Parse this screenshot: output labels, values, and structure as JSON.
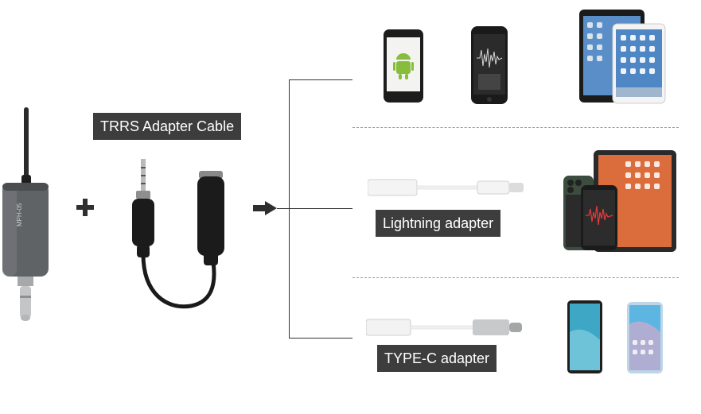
{
  "labels": {
    "cable": "TRRS Adapter Cable",
    "lightning": "Lightning adapter",
    "typec": "TYPE-C adapter"
  },
  "transmitter": {
    "model_text": "MPH-05"
  },
  "operators": {
    "plus": "+",
    "arrow": "arrow-right-icon"
  },
  "colors": {
    "label_bg": "#3d3d3d",
    "label_text": "#ffffff",
    "line": "#333333",
    "dashed": "#9a9a9a",
    "transmitter_body": "#5f6366"
  }
}
